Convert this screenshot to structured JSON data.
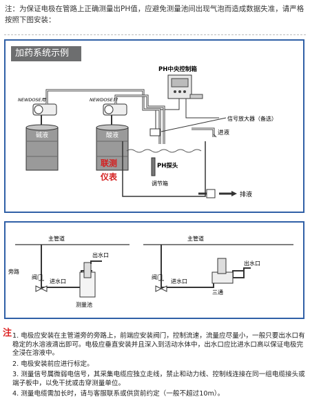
{
  "top_note": "注：为保证电极在管路上正确测量出PH值，应避免测量池间出现气泡而造成数据失准，请严格按照下图安装：",
  "diagram1": {
    "title": "加药系统示例",
    "labels": {
      "control_box": "PH中央控制箱",
      "pump_left": "NEWDOSE用",
      "pump_right": "NEWDOSE用",
      "alkali": "碱液",
      "acid": "酸液",
      "watermark_1": "联测",
      "watermark_2": "仪表",
      "amplifier": "信号放大器（备选）",
      "inlet": "进液",
      "probe": "PH探头",
      "tank": "调节箱",
      "outlet": "排液"
    }
  },
  "diagram2": {
    "left": {
      "main_pipe": "主管道",
      "bypass": "旁路",
      "valve": "阀门",
      "inlet": "进水口",
      "outlet": "出水口",
      "cell": "测量池"
    },
    "right": {
      "main_pipe": "主管道",
      "valve": "阀门",
      "inlet": "进水口",
      "outlet": "出水口",
      "tee": "三通"
    }
  },
  "notes": {
    "mark": "注",
    "items": [
      "1. 电极应安装在主管道旁的旁路上，前端应安装阀门，控制流速，流量应尽量小，一般只要出水口有稳定的水溶液滴出即可。电极应垂直安装并且深入到活动水体中，出水口应比进水口高以保证电极完全浸在溶液中。",
      "2. 电极安装前应进行标定。",
      "3. 测量信号属微弱电信号，其采集电缆应独立走线，禁止和动力线、控制线连接在同一组电缆接头或端子板中，以免干扰或击穿测量单位。",
      "4. 测量电缆需加长时，请与客服联系或供货前约定（一般不超过10m）。"
    ]
  }
}
